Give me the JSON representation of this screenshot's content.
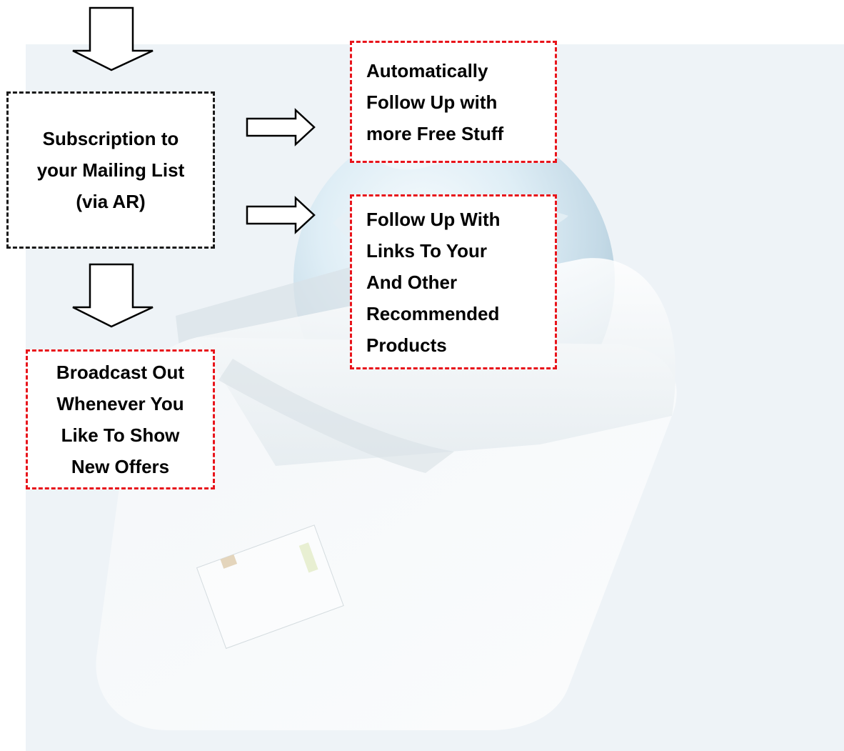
{
  "diagram": {
    "nodes": {
      "subscription": {
        "lines": [
          "Subscription to",
          "your Mailing List",
          "(via AR)"
        ]
      },
      "follow_up_free": {
        "lines": [
          "Automatically",
          "Follow Up with",
          "more Free Stuff"
        ]
      },
      "follow_up_links": {
        "lines": [
          "Follow Up With",
          "Links To Your",
          "And Other",
          "Recommended",
          "Products"
        ]
      },
      "broadcast": {
        "lines": [
          "Broadcast Out",
          "Whenever You",
          "Like To Show",
          "New Offers"
        ]
      }
    },
    "edges": [
      {
        "from": "entry",
        "to": "subscription"
      },
      {
        "from": "subscription",
        "to": "follow_up_free"
      },
      {
        "from": "subscription",
        "to": "follow_up_links"
      },
      {
        "from": "subscription",
        "to": "broadcast"
      }
    ],
    "colors": {
      "start_border": "#1a1a1a",
      "outcome_border": "#e8141b",
      "background": "#eef3f7"
    }
  }
}
